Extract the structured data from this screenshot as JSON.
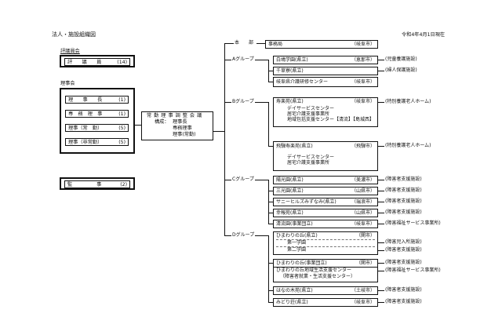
{
  "title": "法人・施設組織図",
  "as_of": "令和4年4月1日現在",
  "councillors": {
    "label": "評議員会",
    "members": [
      {
        "role": "評　　議　　員",
        "count": "(14)"
      }
    ]
  },
  "board": {
    "label": "理事会",
    "members": [
      {
        "role": "理　　事　　長",
        "count": "(1)"
      },
      {
        "role": "専　務　理　事",
        "count": "(1)"
      },
      {
        "role": "理事（常　勤）",
        "count": "(5)"
      },
      {
        "role": "理事（非常勤）",
        "count": "(5)"
      }
    ]
  },
  "auditors": {
    "role": "監　　　　　事",
    "count": "(2)"
  },
  "standing_council": {
    "title": "常 勤 理 事 調 整 会 議",
    "composition_label": "構成：",
    "members": [
      "理事長",
      "専務理事",
      "理事(常勤)"
    ]
  },
  "headquarters": {
    "label": "本　部",
    "facilities": [
      {
        "name": "事務局",
        "city": "（岐阜市）"
      }
    ]
  },
  "groups": [
    {
      "label": "Aグループ",
      "facilities": [
        {
          "name": "白鳩学園(県立)",
          "city": "（恵那市）",
          "category": "(児童養護施設)"
        },
        {
          "name": "千草寮(県立)",
          "city": "",
          "category": "(婦人保護施設)"
        },
        {
          "name": "岐阜県介護研修センター",
          "city": "（岐阜市）",
          "category": ""
        }
      ]
    },
    {
      "label": "Bグループ",
      "facilities": [
        {
          "name": "寿楽苑(県立)",
          "city": "（岐阜市）",
          "category": "(特別養護老人ホーム)",
          "sub": [
            "デイサービスセンター",
            "居宅介護支援事業所",
            "地域包括支援センター【清流】【島城西】"
          ]
        },
        {
          "name": "飛騨寿楽苑(県立)",
          "city": "（飛騨市）",
          "category": "(特別養護老人ホーム)",
          "sub": [
            "デイサービスセンター",
            "居宅介護支援事業所"
          ]
        }
      ]
    },
    {
      "label": "Cグループ",
      "facilities": [
        {
          "name": "陽光園(県立)",
          "city": "（美濃市）",
          "category": "(障害者支援施設)"
        },
        {
          "name": "三光園(県立)",
          "city": "（山県市）",
          "category": "(障害者支援施設)"
        },
        {
          "name": "サニーヒルズみずなみ(県立)",
          "city": "（瑞浪市）",
          "category": "(障害者支援施設)"
        },
        {
          "name": "幸報苑(県立)",
          "city": "（山県市）",
          "category": "(障害者支援施設)"
        },
        {
          "name": "清流園(事業団立)",
          "city": "（岐阜市）",
          "category": "(障害福祉サービス事業所)"
        }
      ]
    },
    {
      "label": "Dグループ",
      "facilities": [
        {
          "name": "ひまわりの丘(県立)",
          "city": "（関市）",
          "sub": [
            {
              "name": "第一学園",
              "category": "(障害児入所施設)"
            },
            {
              "name": "第二学園",
              "category": "(障害者支援施設)"
            }
          ]
        },
        {
          "name": "ひまわりの丘(事業団立)",
          "city": "（関市）",
          "category": "(障害者支援施設)",
          "sub": [
            {
              "name": "ひまわりの丘地域生活支援センター",
              "name2": "（障害者就業・生活支援センター）",
              "category": "(障害福祉サービス事業所)"
            }
          ]
        },
        {
          "name": "はなの木苑(県立)",
          "city": "（土岐市）",
          "category": "(障害者支援施設)"
        },
        {
          "name": "みどり荘(県立)",
          "city": "（岐阜市）",
          "category": "(障害者支援施設)"
        }
      ]
    }
  ]
}
